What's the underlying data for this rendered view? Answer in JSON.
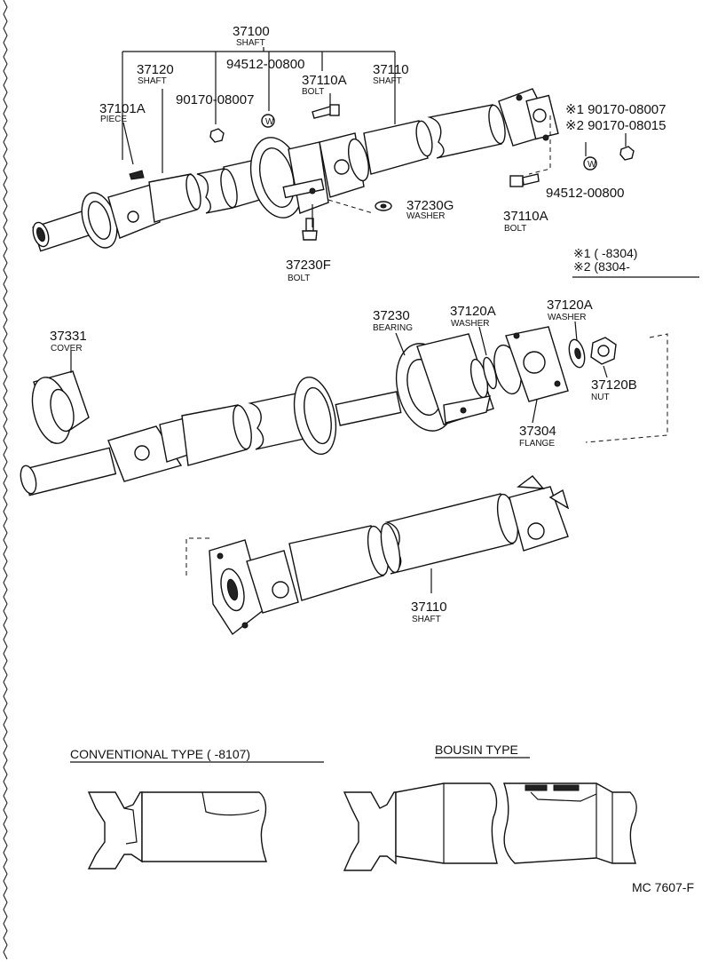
{
  "labels": {
    "p37100": "37100",
    "p37100_sub": "SHAFT",
    "p37120": "37120",
    "p37120_sub": "SHAFT",
    "p94512_a": "94512-00800",
    "p37110A_a": "37110A",
    "p37110A_a_sub": "BOLT",
    "p37110": "37110",
    "p37110_sub": "SHAFT",
    "p37101A": "37101A",
    "p37101A_sub": "PIECE",
    "p90170": "90170-08007",
    "s1_part": "※1 90170-08007",
    "s2_part": "※2 90170-08015",
    "p94512_b": "94512-00800",
    "p37110A_b": "37110A",
    "p37110A_b_sub": "BOLT",
    "p37230G": "37230G",
    "p37230G_sub": "WASHER",
    "p37230F": "37230F",
    "p37230F_sub": "BOLT",
    "note1": "※1 (      -8304)",
    "note2": "※2 (8304-        ",
    "p37331": "37331",
    "p37331_sub": "COVER",
    "p37230": "37230",
    "p37230_sub": "BEARING",
    "p37120A_a": "37120A",
    "p37120A_a_sub": "WASHER",
    "p37120A_b": "37120A",
    "p37120A_b_sub": "WASHER",
    "p37120B": "37120B",
    "p37120B_sub": "NUT",
    "p37304": "37304",
    "p37304_sub": "FLANGE",
    "p37110_b": "37110",
    "p37110_b_sub": "SHAFT",
    "conventional": "CONVENTIONAL TYPE (        -8107)",
    "bousin": "BOUSIN TYPE",
    "code": "MC 7607-F",
    "w_marker": "W"
  }
}
